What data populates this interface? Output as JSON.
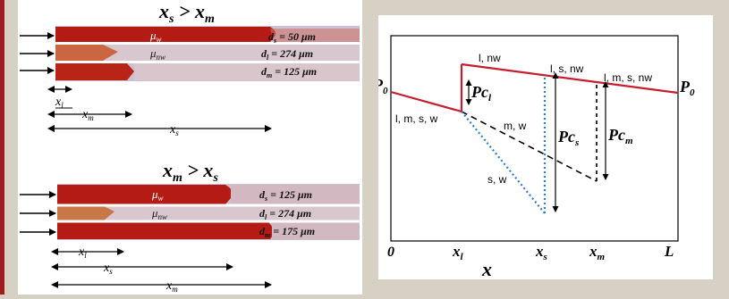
{
  "left": {
    "top": {
      "heading": "x_s > x_m",
      "mu_w": "μ_w",
      "mu_nw": "μ_nw",
      "d_s": "d_s = 50 μm",
      "d_l": "d_l = 274 μm",
      "d_m": "d_m = 125 μm",
      "x_l": "x_l",
      "x_m": "x_m",
      "x_s": "x_s"
    },
    "bottom": {
      "heading": "x_m > x_s",
      "mu_w": "μ_w",
      "mu_nw": "μ_nw",
      "d_s": "d_s = 125 μm",
      "d_l": "d_l = 274 μm",
      "d_m": "d_m = 175 μm",
      "x_l": "x_l",
      "x_s": "x_s",
      "x_m": "x_m"
    }
  },
  "right": {
    "labels": {
      "P0_left": "P_0",
      "P0_right": "P_0",
      "l_nw": "l, nw",
      "l_s_nw": "l, s, nw",
      "l_m_s_nw": "l, m, s, nw",
      "l_m_s_w": "l, m, s, w",
      "m_w": "m, w",
      "s_w": "s, w",
      "Pc_l": "Pc_l",
      "Pc_s": "Pc_s",
      "Pc_m": "Pc_m"
    },
    "x_ticks": [
      "0",
      "x_l",
      "x_s",
      "x_m",
      "L"
    ],
    "x_axis_label": "x"
  },
  "colors": {
    "accent_red": "#a4181f",
    "profile_red": "#c41f2e",
    "dotted_blue": "#2f7fc4",
    "channel_red": "#b01c16",
    "channel_grey": "#c9bfd0"
  }
}
